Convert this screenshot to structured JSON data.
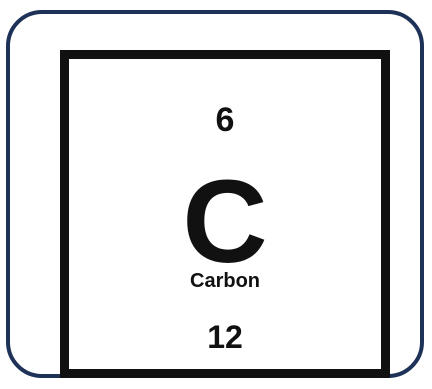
{
  "element": {
    "atomic_number": "6",
    "symbol": "C",
    "name": "Carbon",
    "atomic_mass": "12"
  },
  "colors": {
    "frame_border": "#1e3258",
    "tile_border": "#111111",
    "text": "#111111"
  }
}
